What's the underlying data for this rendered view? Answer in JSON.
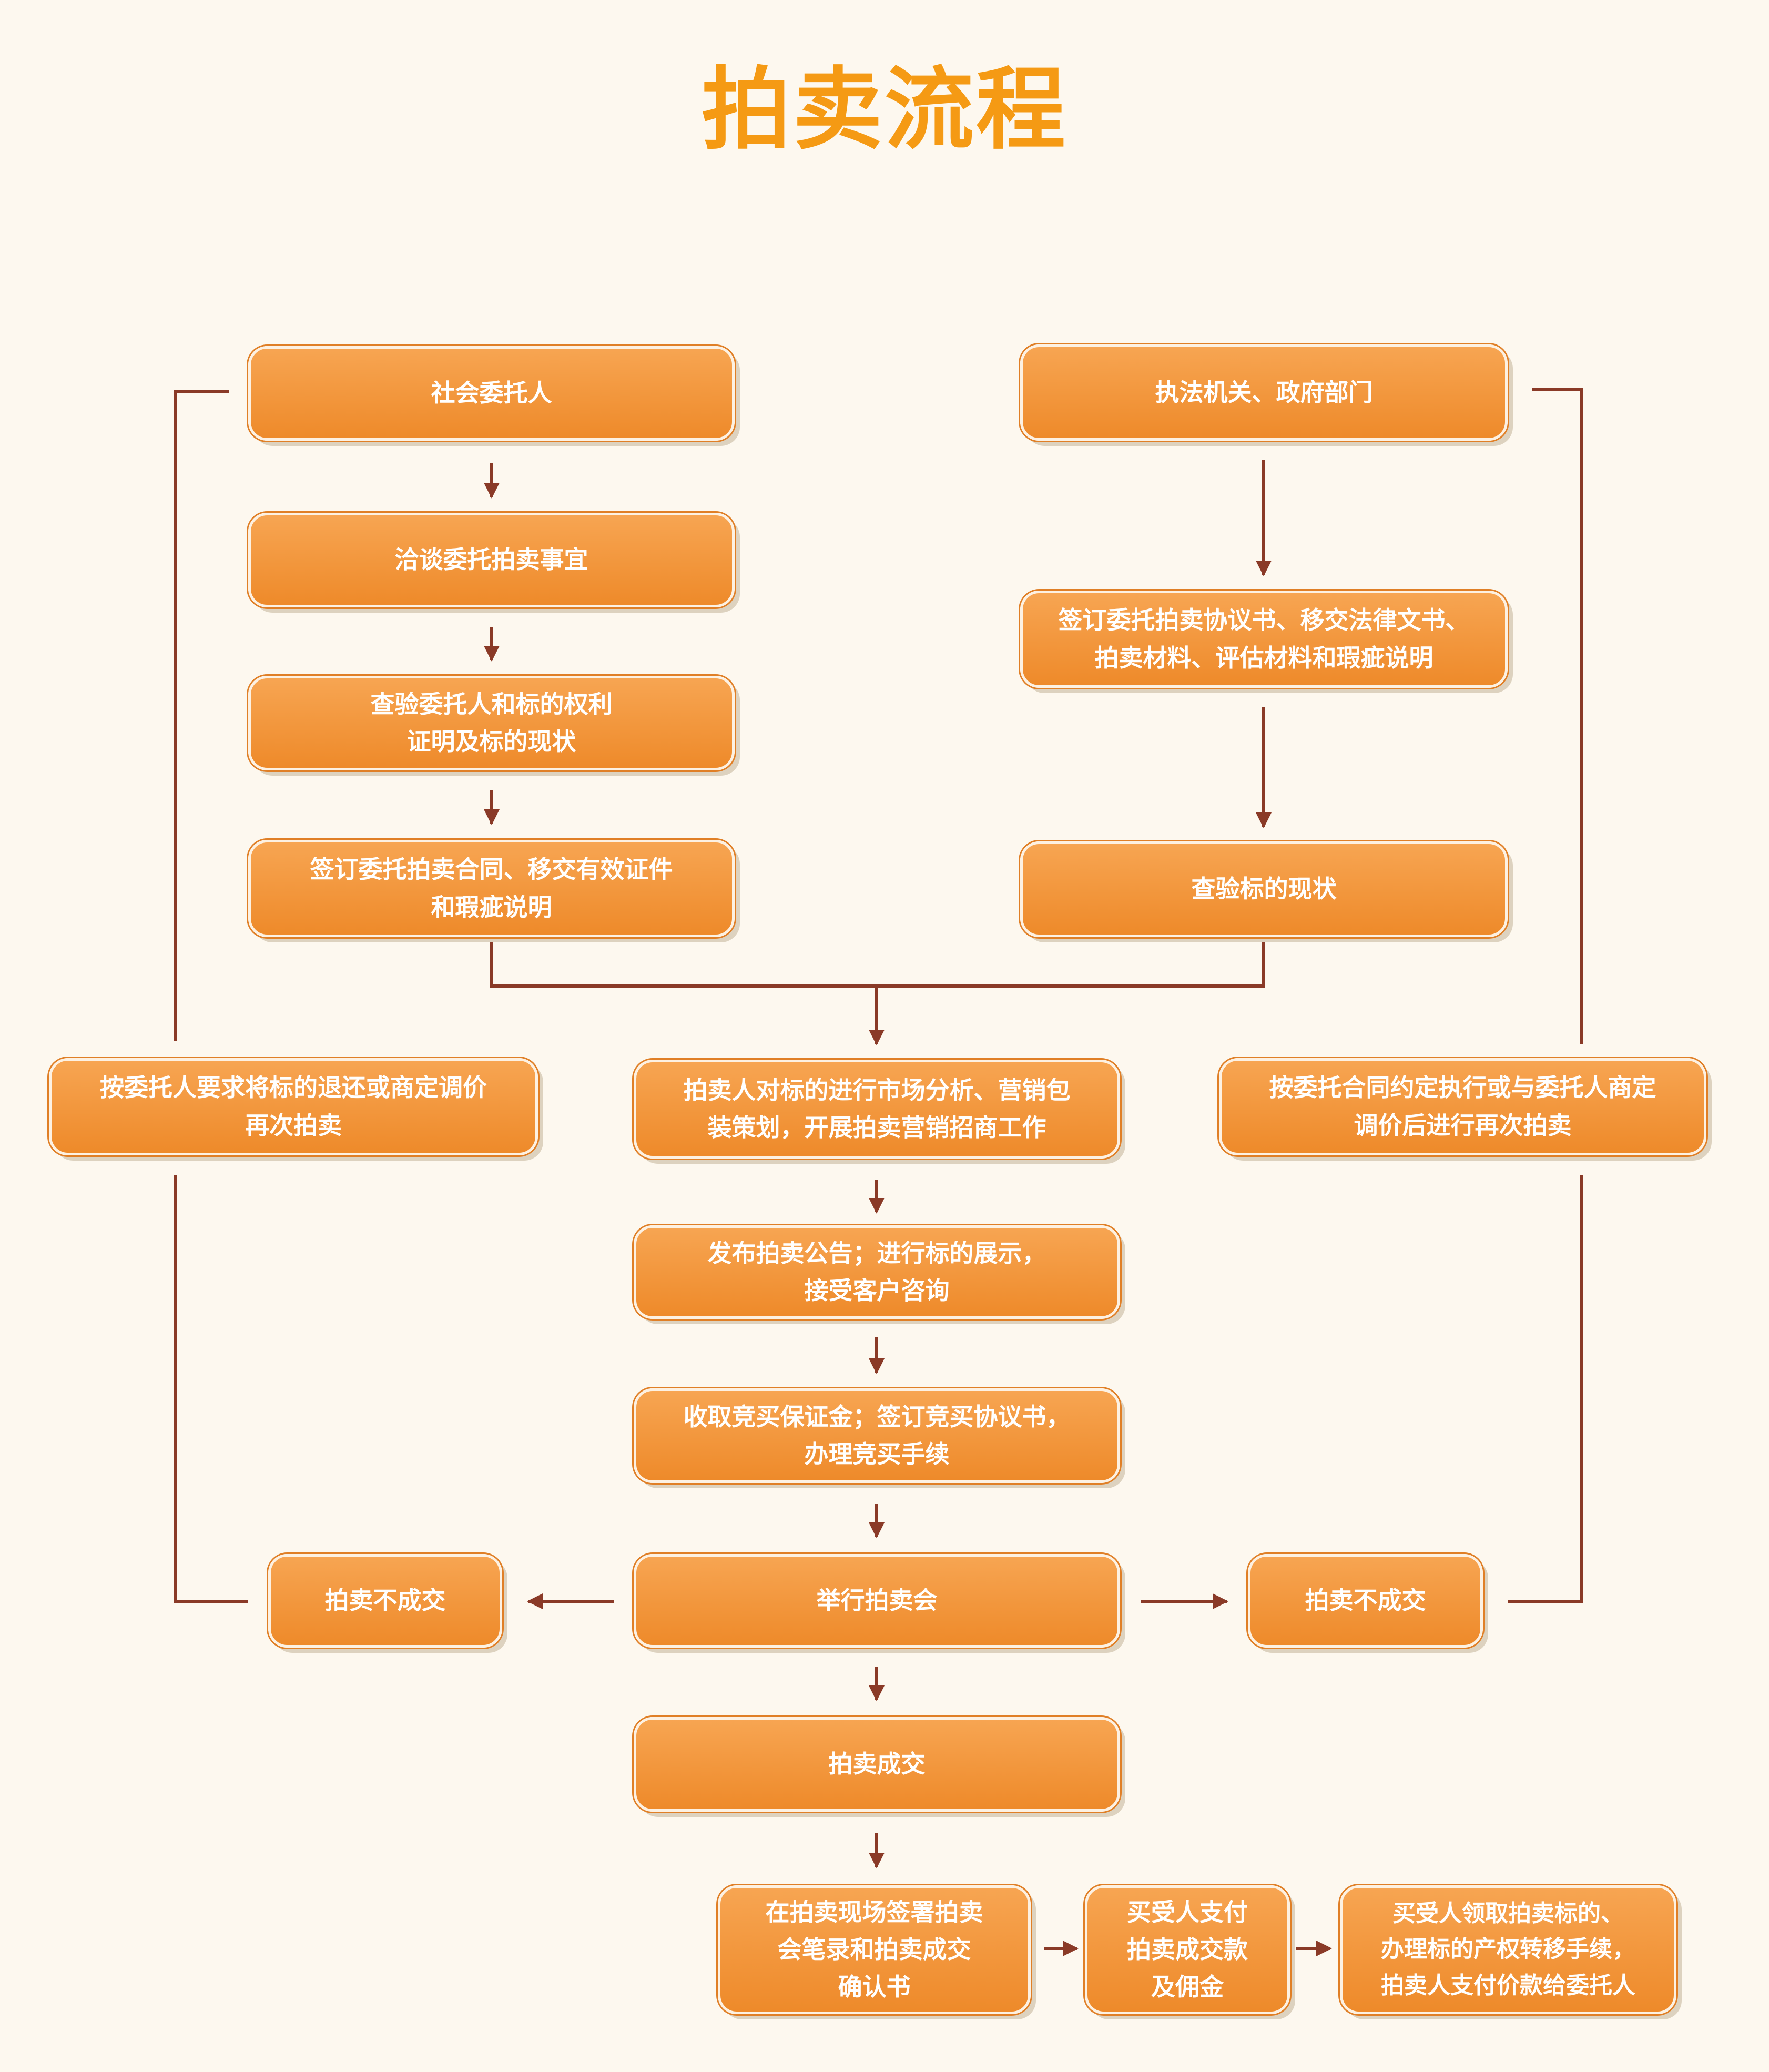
{
  "title": "拍卖流程",
  "colors": {
    "title": "#f59a14",
    "box_fill": "#f29640",
    "connector": "#8a3a27",
    "background": "#fdf8ef"
  },
  "steps": {
    "social_client": "社会委托人",
    "negotiate": "洽谈委托拍卖事宜",
    "verify_rights": "查验委托人和标的权利\n证明及标的现状",
    "sign_contract": "签订委托拍卖合同、移交有效证件\n和瑕疵说明",
    "authorities": "执法机关、政府部门",
    "sign_agreement": "签订委托拍卖协议书、移交法律文书、\n拍卖材料、评估材料和瑕疵说明",
    "verify_status": "查验标的现状",
    "market_analysis": "拍卖人对标的进行市场分析、营销包\n装策划，开展拍卖营销招商工作",
    "left_retry": "按委托人要求将标的退还或商定调价\n再次拍卖",
    "right_retry": "按委托合同约定执行或与委托人商定\n调价后进行再次拍卖",
    "announcement": "发布拍卖公告；进行标的展示，\n接受客户咨询",
    "deposit": "收取竞买保证金；签订竞买协议书，\n办理竞买手续",
    "auction": "举行拍卖会",
    "fail_left": "拍卖不成交",
    "fail_right": "拍卖不成交",
    "deal": "拍卖成交",
    "sign_record": "在拍卖现场签署拍卖\n会笔录和拍卖成交\n确认书",
    "buyer_pay": "买受人支付\n拍卖成交款\n及佣金",
    "transfer": "买受人领取拍卖标的、\n办理标的产权转移手续，\n拍卖人支付价款给委托人"
  }
}
